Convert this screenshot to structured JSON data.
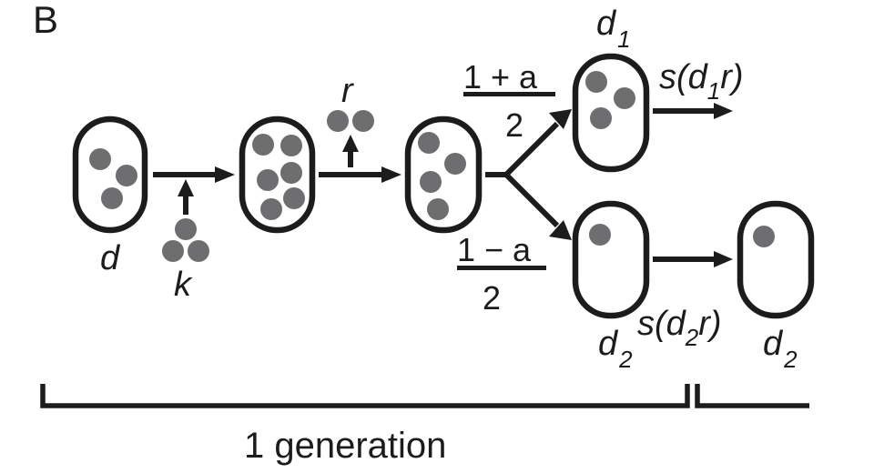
{
  "panel_label": "B",
  "colors": {
    "outline": "#1c1c1c",
    "particle": "#6e6e70",
    "background": "#ffffff"
  },
  "cells": [
    {
      "id": "parent",
      "particle_count": 3,
      "label": "d",
      "label_sub": ""
    },
    {
      "id": "after-gain",
      "particle_count": 6,
      "label": "",
      "label_sub": ""
    },
    {
      "id": "after-loss",
      "particle_count": 4,
      "label": "",
      "label_sub": ""
    },
    {
      "id": "daughter-1",
      "particle_count": 3,
      "label": "d",
      "label_sub": "1"
    },
    {
      "id": "daughter-2",
      "particle_count": 1,
      "label": "d",
      "label_sub": "2"
    },
    {
      "id": "daughter-2-next",
      "particle_count": 1,
      "label": "d",
      "label_sub": "2"
    }
  ],
  "gain": {
    "label": "k",
    "particle_count": 3
  },
  "loss": {
    "label": "r",
    "particle_count": 2
  },
  "split_upper": {
    "numerator": "1 + a",
    "denominator": "2"
  },
  "split_lower": {
    "numerator": "1 − a",
    "denominator": "2"
  },
  "selection_upper": {
    "prefix": "s(d",
    "sub": "1",
    "suffix": "r)"
  },
  "selection_lower": {
    "prefix": "s(d",
    "sub": "2",
    "suffix": "r)"
  },
  "generation_label": "1 generation"
}
